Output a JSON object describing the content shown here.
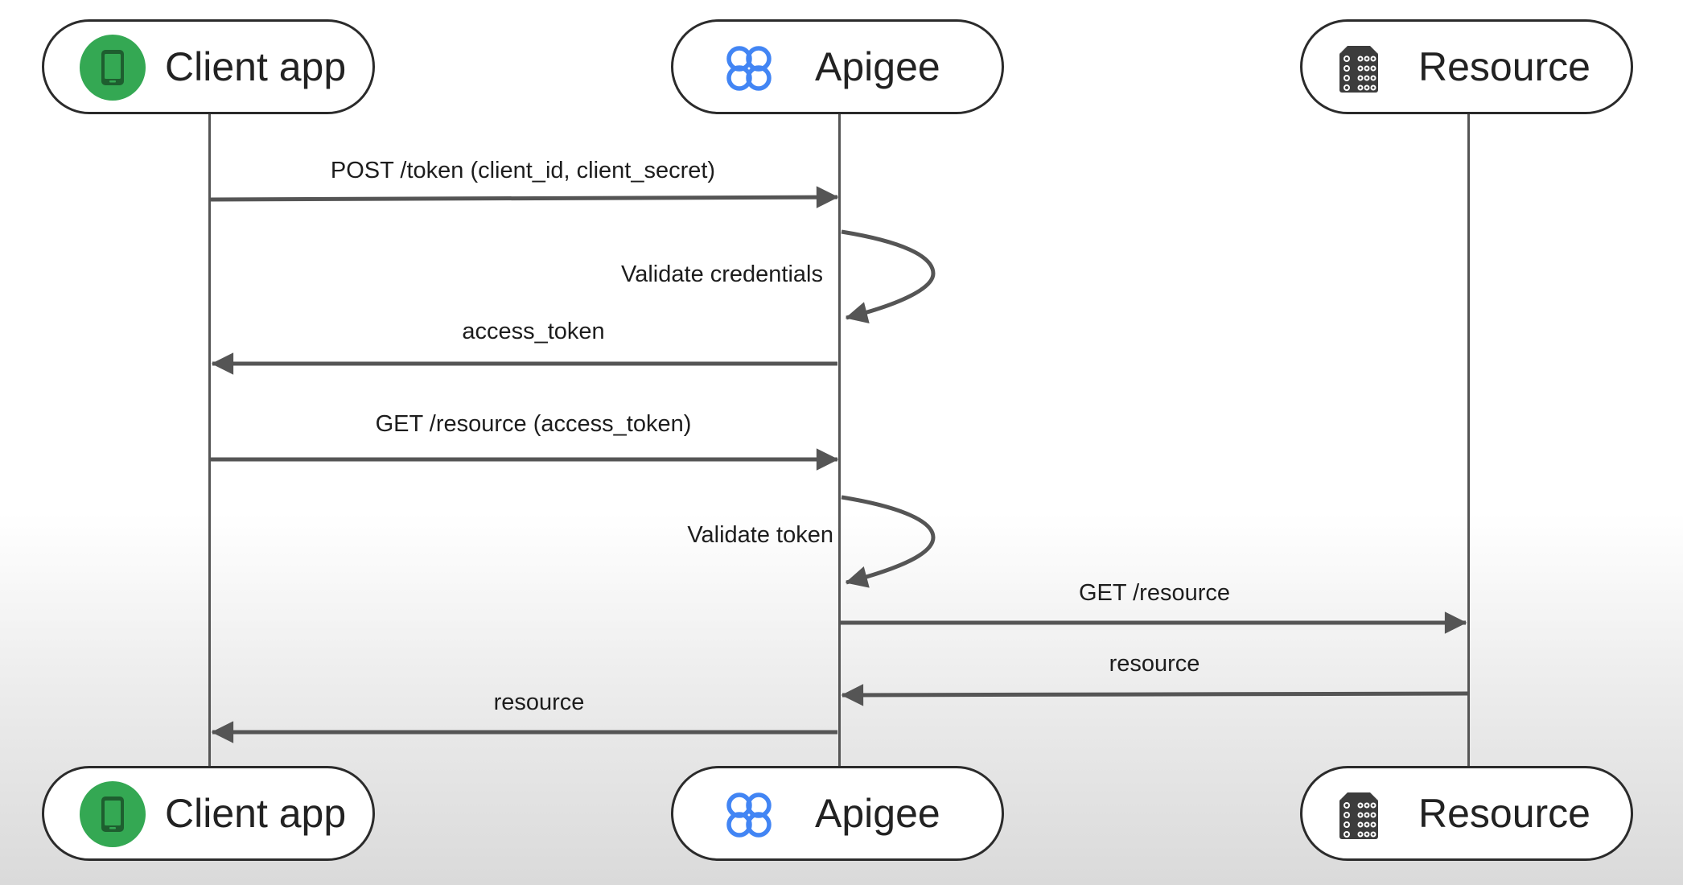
{
  "participants": {
    "client": {
      "label": "Client app",
      "icon": "phone-icon",
      "icon_color": "#34a853"
    },
    "apigee": {
      "label": "Apigee",
      "icon": "apigee-logo-icon",
      "icon_color": "#4285f4"
    },
    "resource": {
      "label": "Resource",
      "icon": "server-rack-icon",
      "icon_color": "#3c3c3c"
    }
  },
  "messages": [
    {
      "from": "client",
      "to": "apigee",
      "label": "POST /token (client_id, client_secret)"
    },
    {
      "from": "apigee",
      "to": "apigee",
      "label": "Validate credentials"
    },
    {
      "from": "apigee",
      "to": "client",
      "label": "access_token"
    },
    {
      "from": "client",
      "to": "apigee",
      "label": "GET /resource (access_token)"
    },
    {
      "from": "apigee",
      "to": "apigee",
      "label": "Validate token"
    },
    {
      "from": "apigee",
      "to": "resource",
      "label": "GET /resource"
    },
    {
      "from": "resource",
      "to": "apigee",
      "label": "resource"
    },
    {
      "from": "apigee",
      "to": "client",
      "label": "resource"
    }
  ],
  "colors": {
    "line": "#555555",
    "border": "#2b2b2b"
  }
}
